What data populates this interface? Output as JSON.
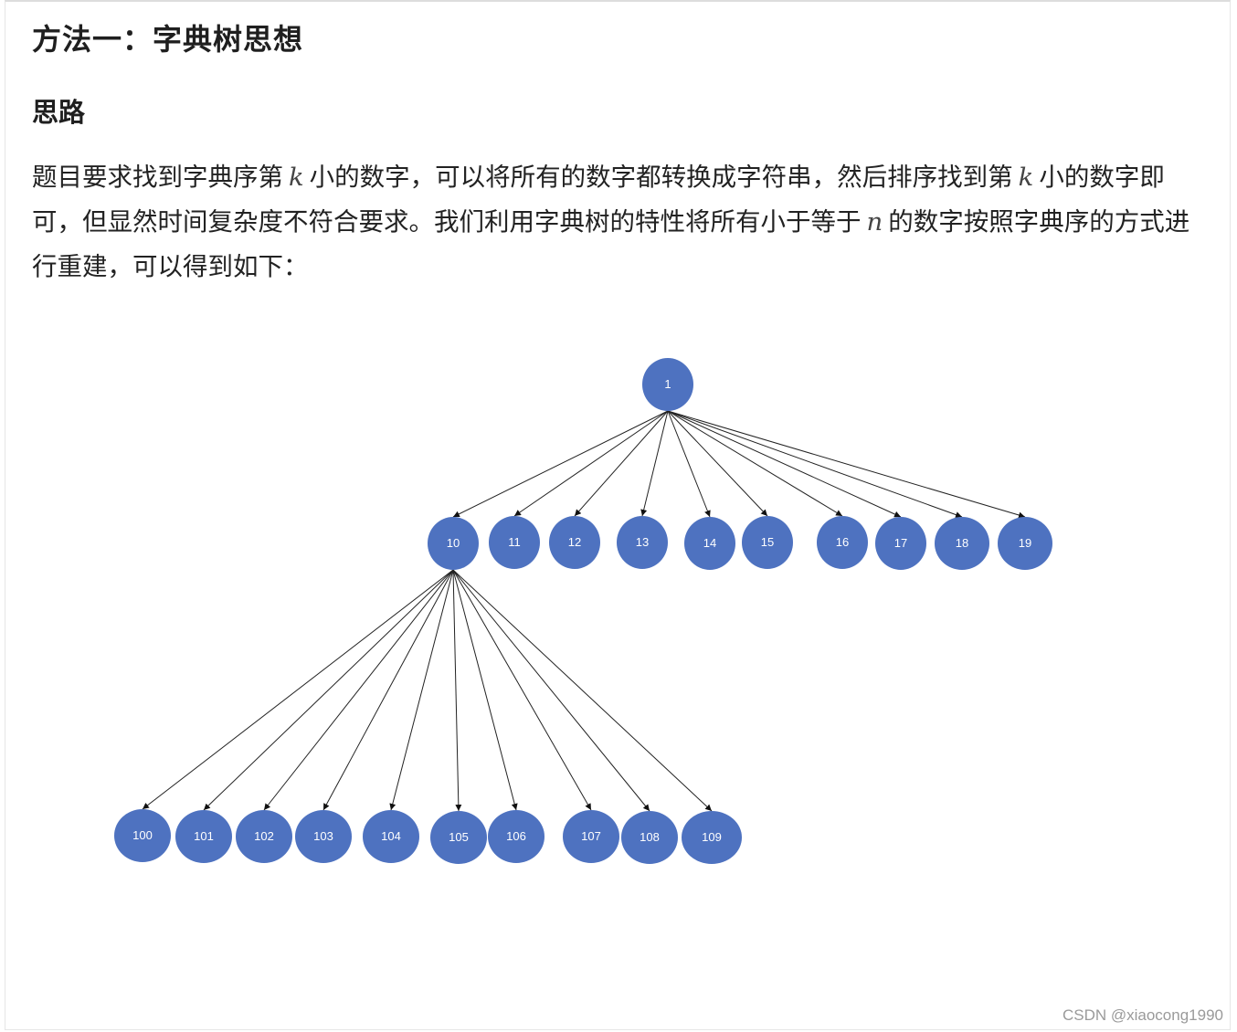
{
  "heading": "方法一：字典树思想",
  "subheading": "思路",
  "paragraph": {
    "part1": "题目要求找到字典序第",
    "var_k": "k",
    "part2": "小的数字，可以将所有的数字都转换成字符串，然后排序找到第",
    "part3": "小的数字即可，但显然时间复杂度不符合要求。我们利用字典树的特性将所有小于等于",
    "var_n": "n",
    "part4": "的数字按照字典序的方式进行重建，可以得到如下："
  },
  "tree": {
    "root": "1",
    "level1": [
      "10",
      "11",
      "12",
      "13",
      "14",
      "15",
      "16",
      "17",
      "18",
      "19"
    ],
    "level2": [
      "100",
      "101",
      "102",
      "103",
      "104",
      "105",
      "106",
      "107",
      "108",
      "109"
    ],
    "node_color": "#4e72c0"
  },
  "watermark": "CSDN @xiaocong1990"
}
